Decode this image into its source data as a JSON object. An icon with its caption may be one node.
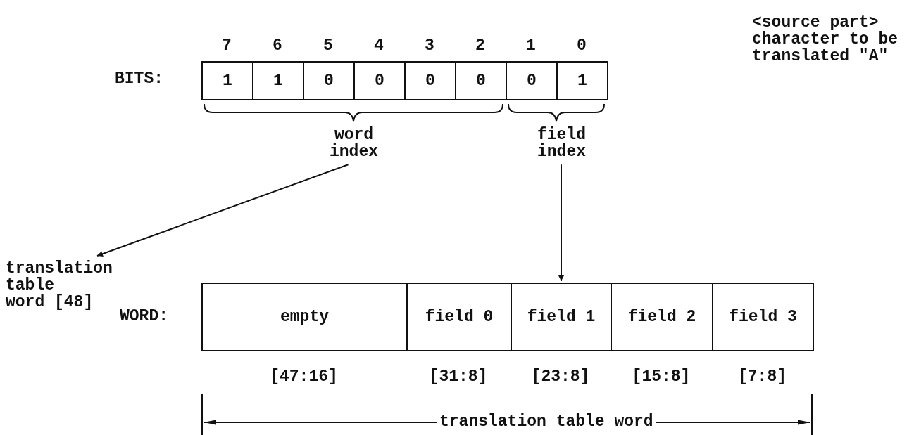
{
  "diagram": {
    "nodes": [
      {
        "text": [
          "1"
        ],
        "beside": [
          "7"
        ]
      },
      {
        "text": [
          "1"
        ],
        "beside": [
          "6"
        ]
      },
      {
        "text": [
          "0"
        ],
        "beside": [
          "5"
        ]
      },
      {
        "text": [
          "0"
        ],
        "beside": [
          "4"
        ]
      },
      {
        "text": [
          "0"
        ],
        "beside": [
          "3"
        ]
      },
      {
        "text": [
          "0"
        ],
        "beside": [
          "2"
        ]
      },
      {
        "text": [
          "0"
        ],
        "beside": [
          "1"
        ]
      },
      {
        "text": [
          "1"
        ],
        "beside": [
          "0"
        ]
      },
      {
        "text": [
          "empty"
        ],
        "beside": [
          "[47:16]"
        ]
      },
      {
        "text": [
          "field 0"
        ],
        "beside": [
          "[31:8]"
        ]
      },
      {
        "text": [
          "field 1"
        ],
        "beside": [
          "[23:8]"
        ]
      },
      {
        "text": [
          "field 2"
        ],
        "beside": [
          "[15:8]"
        ]
      },
      {
        "text": [
          "field 3"
        ],
        "beside": [
          "[7:8]"
        ]
      },
      {
        "text": [
          "word index"
        ]
      },
      {
        "text": [
          "field index"
        ]
      },
      {
        "text": [
          "translation table word [48]"
        ]
      }
    ],
    "edges": [
      {
        "from": 13,
        "to": 15,
        "arrow": "to"
      },
      {
        "from": 14,
        "to": 10,
        "arrow": "to"
      }
    ],
    "labels": [
      "BITS:",
      "<source part> character to be translated \"A\"",
      "WORD:",
      "translation table word"
    ]
  }
}
